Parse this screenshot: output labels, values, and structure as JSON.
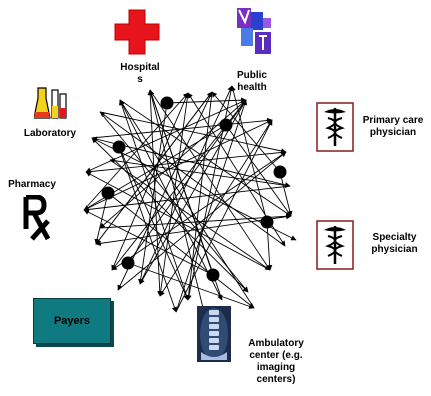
{
  "labels": {
    "hospital_line1": "Hospital",
    "hospital_line2": "s",
    "public_health_line1": "Public",
    "public_health_line2": "health",
    "primary_care_line1": "Primary care",
    "primary_care_line2": "physician",
    "laboratory": "Laboratory",
    "pharmacy": "Pharmacy",
    "specialty_line1": "Specialty",
    "specialty_line2": "physician",
    "payers": "Payers",
    "ambulatory_line1": "Ambulatory",
    "ambulatory_line2": "center (e.g.",
    "ambulatory_line3": "imaging",
    "ambulatory_line4": "centers)"
  },
  "icons": {
    "hospital": "red-cross-icon",
    "public_health": "public-health-logo-icon",
    "primary_care": "caduceus-icon",
    "specialty": "caduceus-icon",
    "laboratory": "lab-flasks-icon",
    "pharmacy": "rx-icon",
    "ambulatory": "spine-xray-icon"
  },
  "colors": {
    "hospital_red": "#e8141c",
    "payers_teal": "#0f7a80",
    "network_black": "#000000"
  }
}
